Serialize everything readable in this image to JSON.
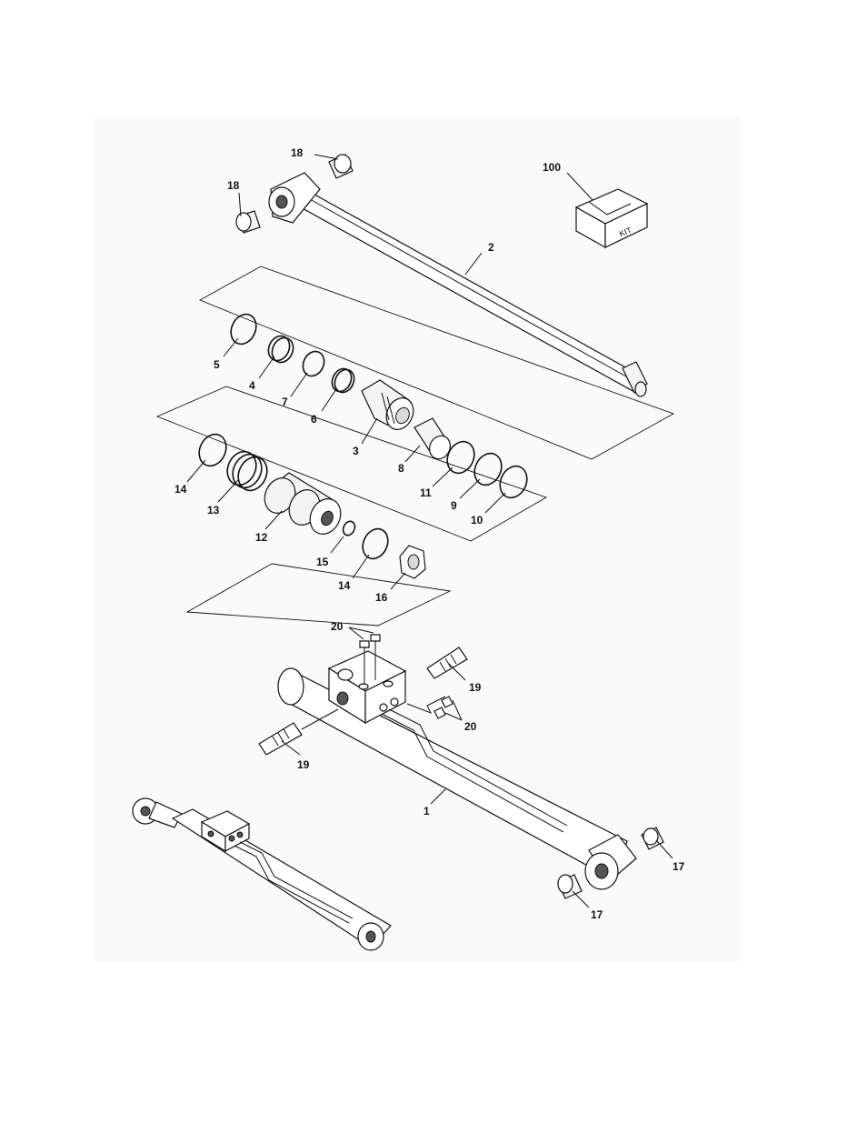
{
  "callouts": {
    "c18a": "18",
    "c18b": "18",
    "c100": "100",
    "c2": "2",
    "c5": "5",
    "c4": "4",
    "c7": "7",
    "c6": "6",
    "c3": "3",
    "c8": "8",
    "c11": "11",
    "c9": "9",
    "c10": "10",
    "c14a": "14",
    "c13": "13",
    "c12": "12",
    "c15": "15",
    "c14b": "14",
    "c16": "16",
    "c20a": "20",
    "c19a": "19",
    "c20b": "20",
    "c19b": "19",
    "c1": "1",
    "c17a": "17",
    "c17b": "17"
  },
  "kit_label": "KIT"
}
